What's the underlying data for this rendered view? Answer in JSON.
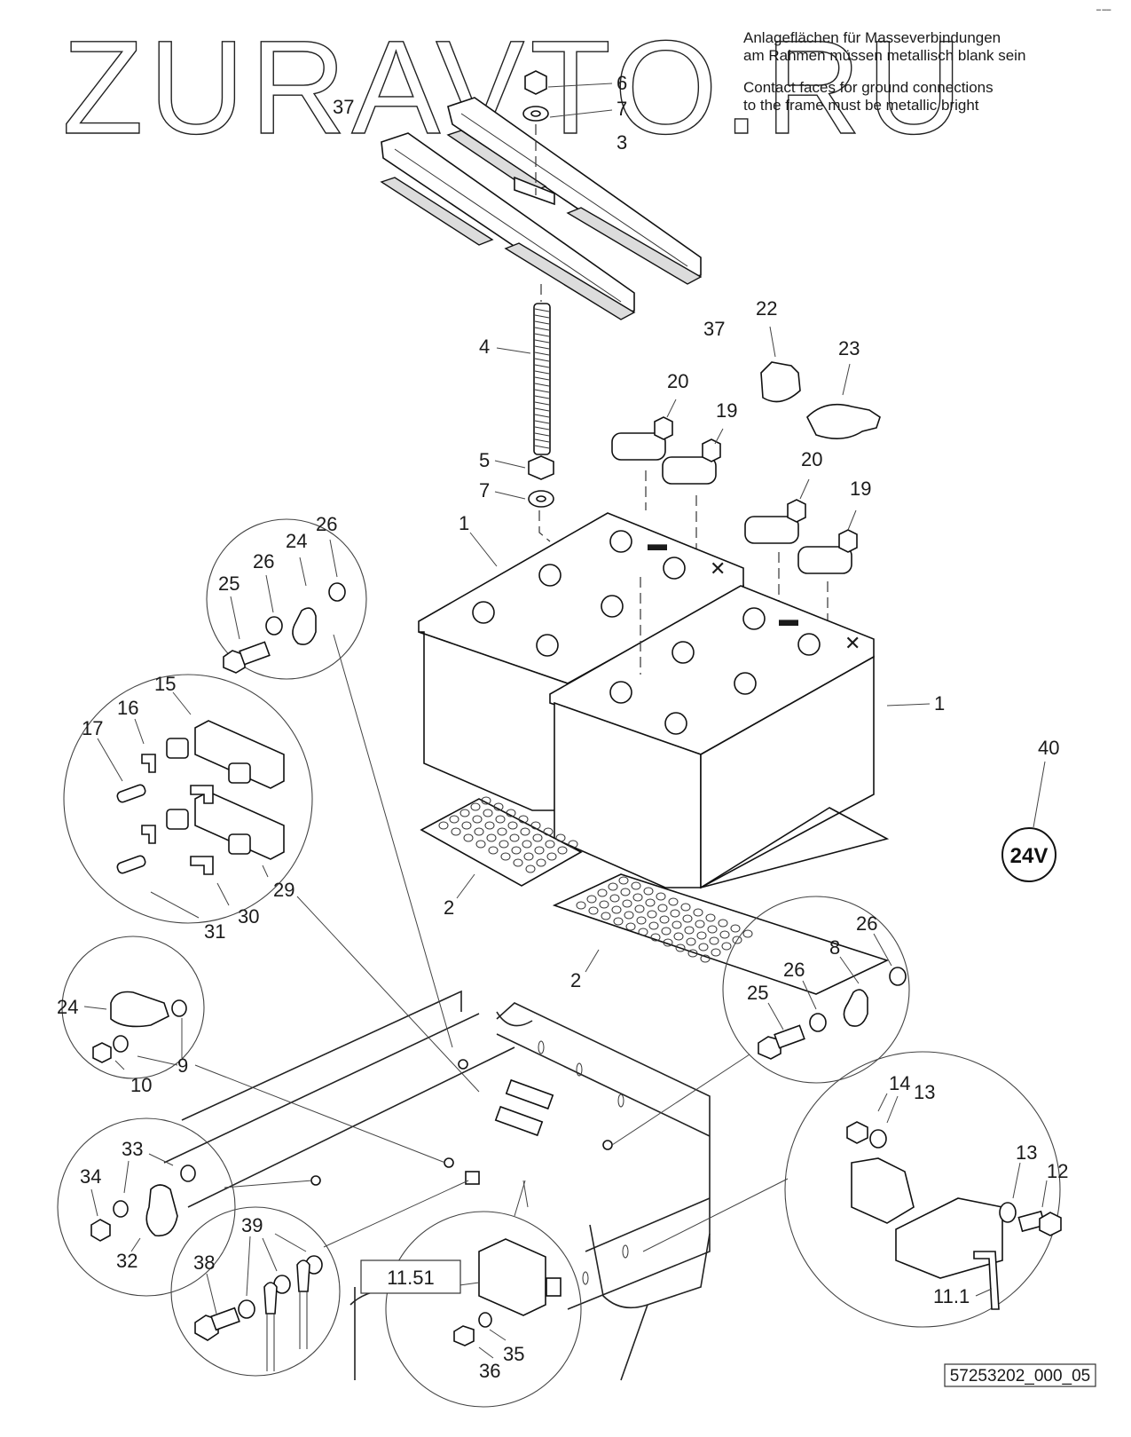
{
  "watermark": "ZURAVTO.RU",
  "notes": {
    "german_line1": "Anlageflächen für Masseverbindungen",
    "german_line2": "am Rahmen müssen metallisch blank sein",
    "english_line1": "Contact faces for ground connections",
    "english_line2": "to the frame must be metallic bright"
  },
  "drawing_number": "57253202_000_05",
  "voltage_badge": "24V",
  "callouts": {
    "c6": "6",
    "c7a": "7",
    "c3": "3",
    "c37a": "37",
    "c37b": "37",
    "c4": "4",
    "c5": "5",
    "c7b": "7",
    "c22": "22",
    "c23": "23",
    "c20a": "20",
    "c19a": "19",
    "c20b": "20",
    "c19b": "19",
    "c1a": "1",
    "c1b": "1",
    "c40": "40",
    "c2a": "2",
    "c2b": "2",
    "d1_25": "25",
    "d1_26a": "26",
    "d1_24": "24",
    "d1_26b": "26",
    "d2_15": "15",
    "d2_16": "16",
    "d2_17": "17",
    "d2_29": "29",
    "d2_30": "30",
    "d2_31": "31",
    "d3_24": "24",
    "d3_9": "9",
    "d3_10": "10",
    "d4_33": "33",
    "d4_34": "34",
    "d4_32": "32",
    "d5_39": "39",
    "d5_38": "38",
    "d6_box": "11.51",
    "d6_35": "35",
    "d6_36": "36",
    "d7_25": "25",
    "d7_26a": "26",
    "d7_8": "8",
    "d7_26b": "26",
    "d8_14": "14",
    "d8_13a": "13",
    "d8_13b": "13",
    "d8_12": "12",
    "d8_11_1": "11.1"
  }
}
